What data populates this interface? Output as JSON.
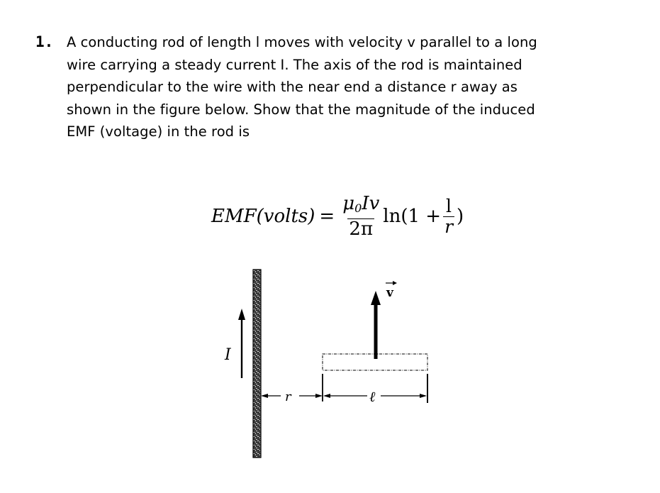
{
  "problem": {
    "number": "1.",
    "lines": [
      "A conducting rod of length l  moves with velocity v parallel to a long",
      "wire carrying a steady current I. The axis of the rod is maintained",
      "perpendicular to the wire with the near end a distance r away as",
      "shown in the figure below. Show that the magnitude of the induced",
      "EMF (voltage) in the rod is"
    ]
  },
  "formula": {
    "lhs": "EMF",
    "lhs_paren": "(volts)",
    "equals": "=",
    "frac1_num_mu": "μ",
    "frac1_num_sub": "0",
    "frac1_num_rest": "Iv",
    "frac1_den": "2π",
    "ln": "ln(1 +",
    "frac2_num": "l",
    "frac2_den": "r",
    "close": ")"
  },
  "figure": {
    "current_label": "I",
    "velocity_label": "v",
    "distance_label": "r",
    "length_label": "ℓ",
    "colors": {
      "ink": "#000000",
      "wire_fill": "#555555"
    }
  }
}
